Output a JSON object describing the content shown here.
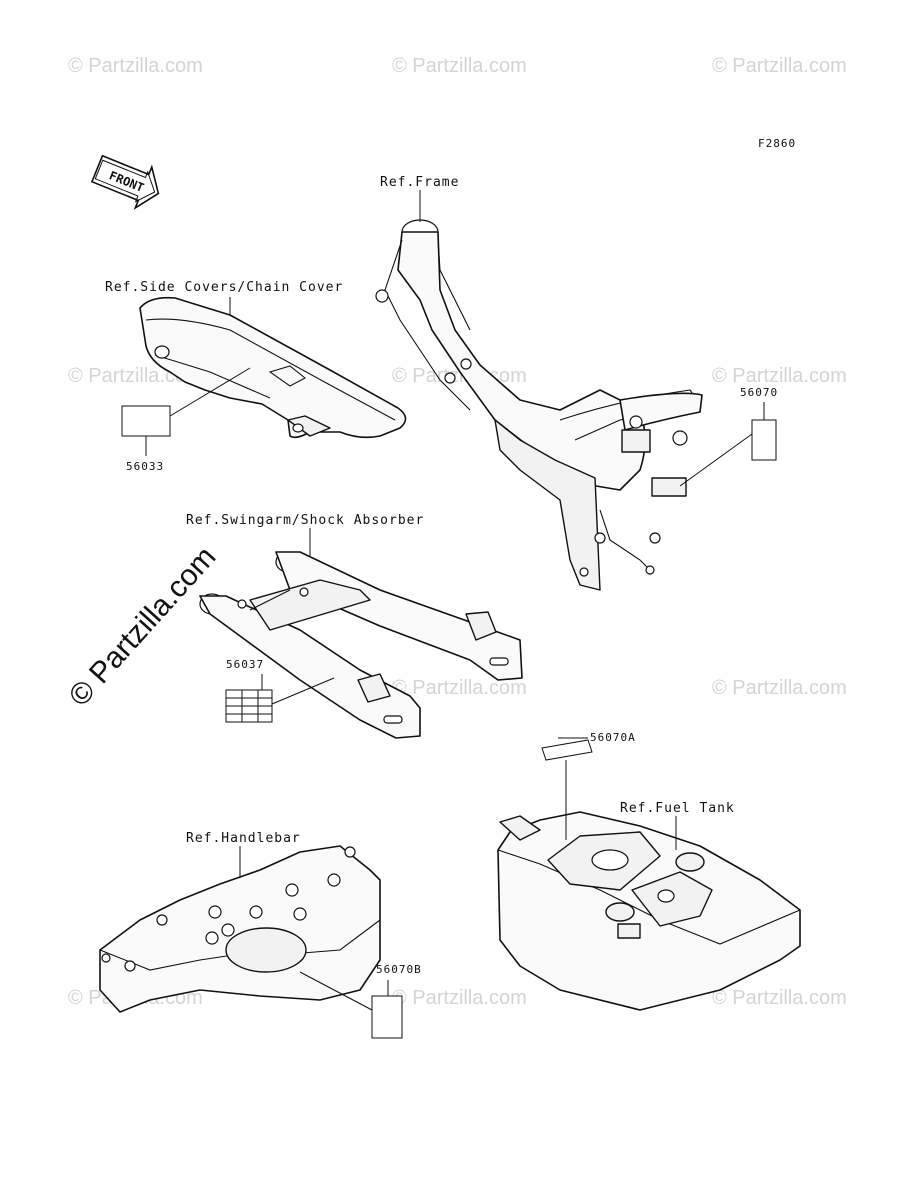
{
  "figure_code": "F2860",
  "front_label": "FRONT",
  "watermark": "© Partzilla.com",
  "references": {
    "frame": "Ref.Frame",
    "side_covers": "Ref.Side Covers/Chain Cover",
    "swingarm": "Ref.Swingarm/Shock Absorber",
    "handlebar": "Ref.Handlebar",
    "fuel_tank": "Ref.Fuel Tank"
  },
  "part_numbers": {
    "chain_cover_label": "56033",
    "frame_label": "56070",
    "swingarm_label": "56037",
    "fuel_tank_label": "56070A",
    "handlebar_label": "56070B"
  }
}
